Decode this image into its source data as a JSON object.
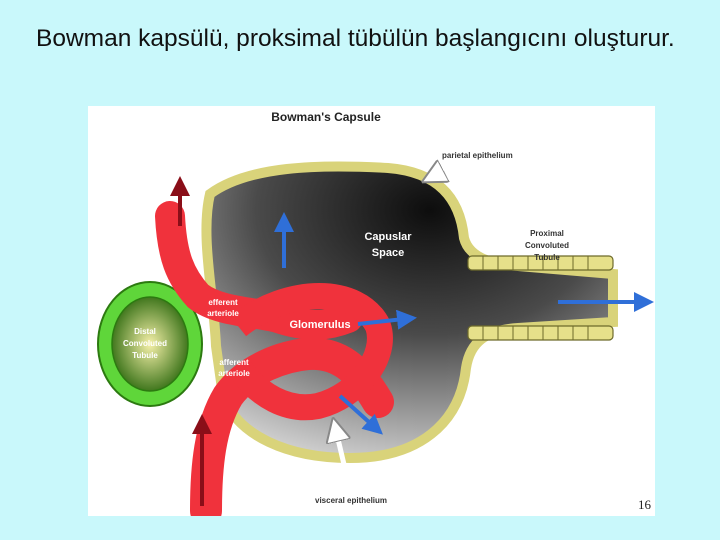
{
  "slide": {
    "title": "Bowman kapsülü, proksimal tübülün başlangıcını oluşturur.",
    "page_number": "16"
  },
  "figure": {
    "title": "Bowman's Capsule",
    "labels": {
      "parietal_epithelium": "parietal epithelium",
      "capsular_space_line1": "Capuslar",
      "capsular_space_line2": "Space",
      "proximal_line1": "Proximal",
      "proximal_line2": "Convoluted",
      "proximal_line3": "Tubule",
      "efferent_line1": "efferent",
      "efferent_line2": "arteriole",
      "glomerulus": "Glomerulus",
      "afferent_line1": "afferent",
      "afferent_line2": "arteriole",
      "distal_line1": "Distal",
      "distal_line2": "Convoluted",
      "distal_line3": "Tubule",
      "visceral_epithelium": "visceral epithelium"
    },
    "colors": {
      "capsule_dark": "#1a1a1a",
      "capsule_light": "#d8d8d8",
      "epithelium": "#e6e08a",
      "vessel": "#f0323c",
      "distal_cells": "#5fd63a",
      "flow_arrow": "#2f6fd8"
    }
  }
}
